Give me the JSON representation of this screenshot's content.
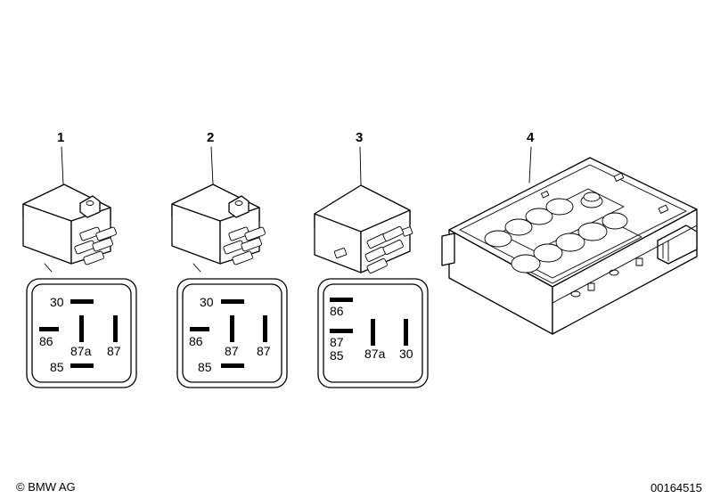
{
  "callouts": {
    "c1": "1",
    "c2": "2",
    "c3": "3",
    "c4": "4"
  },
  "pinouts": {
    "p1": {
      "top": "30",
      "left": "86",
      "mid": "87a",
      "right": "87",
      "bottom": "85"
    },
    "p2": {
      "top": "30",
      "left": "86",
      "mid": "87",
      "right": "87",
      "bottom": "85"
    },
    "p3": {
      "a": "86",
      "b": "87",
      "c": "85",
      "mid": "87a",
      "right": "30"
    }
  },
  "footer": {
    "copyright": "© BMW AG",
    "doc_number": "00164515"
  }
}
